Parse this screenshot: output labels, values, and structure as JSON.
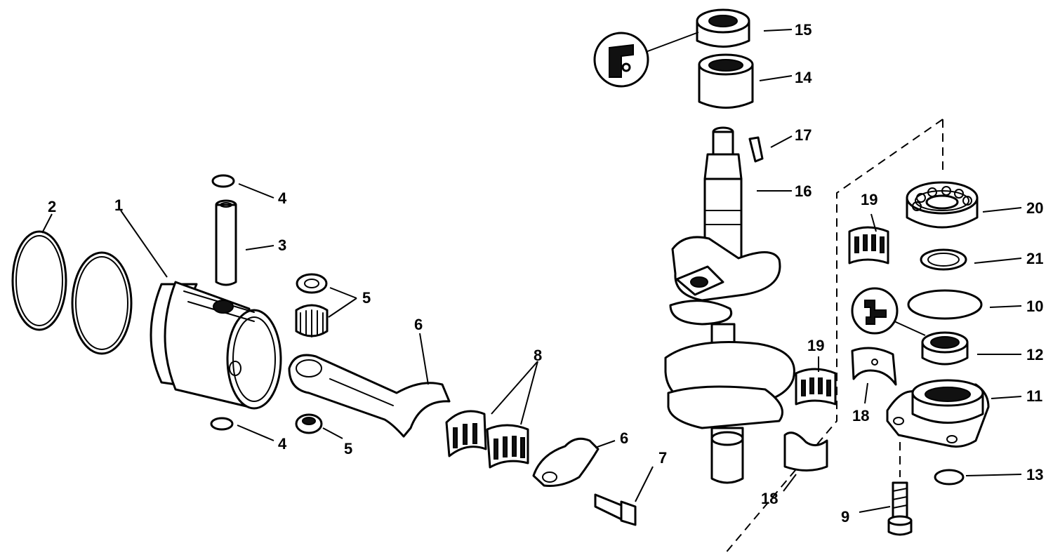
{
  "callouts": [
    {
      "id": "c1",
      "label": "1"
    },
    {
      "id": "c2",
      "label": "2"
    },
    {
      "id": "c3",
      "label": "3"
    },
    {
      "id": "c4a",
      "label": "4"
    },
    {
      "id": "c4b",
      "label": "4"
    },
    {
      "id": "c5a",
      "label": "5"
    },
    {
      "id": "c5b",
      "label": "5"
    },
    {
      "id": "c6a",
      "label": "6"
    },
    {
      "id": "c6b",
      "label": "6"
    },
    {
      "id": "c7",
      "label": "7"
    },
    {
      "id": "c8",
      "label": "8"
    },
    {
      "id": "c9",
      "label": "9"
    },
    {
      "id": "c10",
      "label": "10"
    },
    {
      "id": "c11",
      "label": "11"
    },
    {
      "id": "c12",
      "label": "12"
    },
    {
      "id": "c13",
      "label": "13"
    },
    {
      "id": "c14",
      "label": "14"
    },
    {
      "id": "c15",
      "label": "15"
    },
    {
      "id": "c16",
      "label": "16"
    },
    {
      "id": "c17",
      "label": "17"
    },
    {
      "id": "c18a",
      "label": "18"
    },
    {
      "id": "c18b",
      "label": "18"
    },
    {
      "id": "c19a",
      "label": "19"
    },
    {
      "id": "c19b",
      "label": "19"
    },
    {
      "id": "c20",
      "label": "20"
    },
    {
      "id": "c21",
      "label": "21"
    }
  ],
  "colors": {
    "ink": "#000000",
    "paper": "#ffffff"
  }
}
